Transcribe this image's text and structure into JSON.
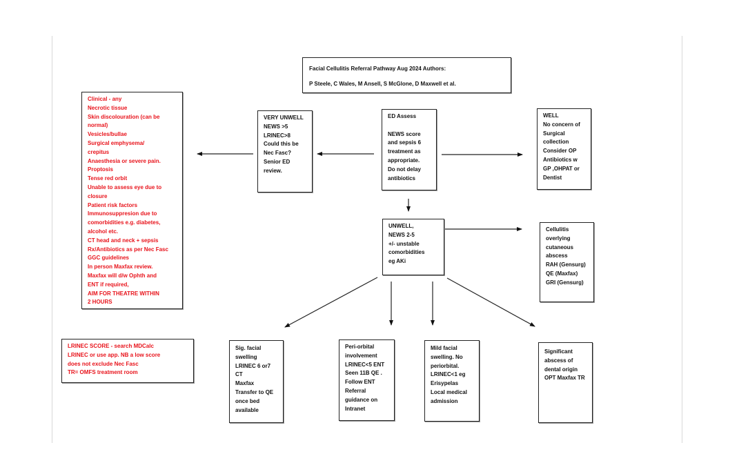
{
  "title_box": {
    "lines": [
      "Facial Cellulitis Referral Pathway Aug 2024 Authors:",
      "P Steele, C Wales, M Ansell, S McGlone, D Maxwell et al."
    ]
  },
  "clinical_box": {
    "color": "#e8131b",
    "lines": [
      "Clinical - any",
      "Necrotic tissue",
      "Skin discolouration (can be",
      "normal)",
      "Vesicles/bullae",
      "Surgical emphysema/",
      "crepitus",
      "Anaesthesia or severe pain.",
      "Proptosis",
      "Tense red orbit",
      "Unable to assess eye due to",
      "closure",
      "Patient risk factors",
      "Immunosuppresion due to",
      "comorbidities e.g. diabetes,",
      "alcohol etc.",
      "CT head and neck + sepsis",
      "Rx/Antibiotics as per Nec Fasc",
      "GGC guidelines",
      "In person Maxfax review.",
      "Maxfax will d/w Ophth and",
      "ENT if required,",
      "AIM FOR THEATRE WITHIN",
      "2 HOURS"
    ]
  },
  "very_unwell_box": {
    "lines": [
      "VERY UNWELL",
      "NEWS >5",
      "LRINEC>8",
      "Could this be",
      "Nec Fasc?",
      "Senior ED",
      "review."
    ]
  },
  "ed_assess_box": {
    "lines": [
      "ED Assess",
      "",
      "NEWS score",
      "and sepsis 6",
      "treatment as",
      "appropriate.",
      "Do not delay",
      "antibiotics"
    ]
  },
  "well_box": {
    "lines": [
      "WELL",
      "No concern of",
      "Surgical",
      "collection",
      "Consider OP",
      "Antibiotics w",
      "GP ,OHPAT or",
      "Dentist"
    ]
  },
  "unwell_box": {
    "lines": [
      "UNWELL,",
      "NEWS 2-5",
      "+/- unstable",
      "comorbidities",
      "eg AKi"
    ]
  },
  "cellulitis_box": {
    "lines": [
      "Cellulitis",
      "overlying",
      "cutaneous",
      "abscess",
      "RAH (Gensurg)",
      "QE (Maxfax)",
      "GRI (Gensurg)"
    ]
  },
  "lrinec_box": {
    "color": "#e8131b",
    "lines": [
      "LRINEC SCORE - search MDCalc",
      "LRINEC or use app. NB a low score",
      "does not exclude Nec Fasc",
      "TR= OMFS treatment room"
    ]
  },
  "sig_facial_box": {
    "lines": [
      "Sig. facial",
      "swelling",
      "LRINEC 6 or7",
      "CT",
      "Maxfax",
      "Transfer to QE",
      "once bed",
      "available"
    ]
  },
  "periorbital_box": {
    "lines": [
      "Peri-orbital",
      "involvement",
      "LRINEC<5 ENT",
      "Seen 11B QE .",
      "Follow ENT",
      "Referral",
      "guidance on",
      "Intranet"
    ]
  },
  "mild_box": {
    "lines": [
      "Mild facial",
      "swelling. No",
      "periorbital.",
      "LRINEC<1 eg",
      "Erisypelas",
      "Local medical",
      "admission"
    ]
  },
  "dental_box": {
    "lines": [
      "Significant",
      "abscess of",
      "dental origin",
      "OPT Maxfax TR"
    ]
  }
}
